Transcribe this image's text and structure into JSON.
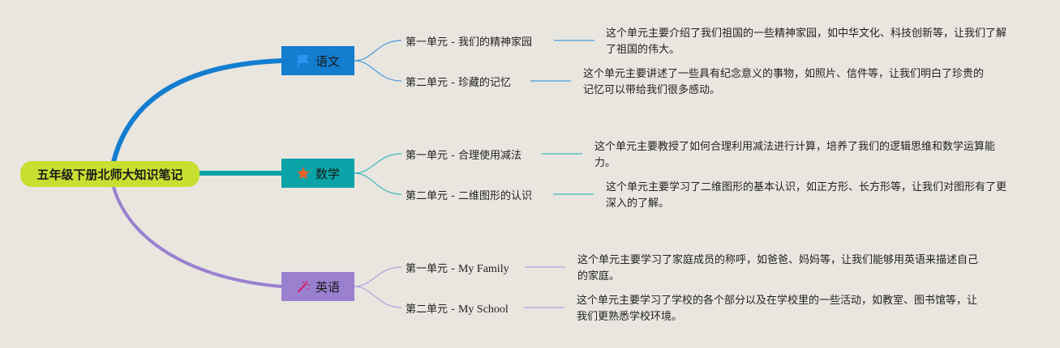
{
  "root": {
    "title": "五年级下册北师大知识笔记"
  },
  "subjects": [
    {
      "name": "语文",
      "icon": "flag-icon",
      "color": "#137dd0",
      "units": [
        {
          "title": "第一单元 - 我们的精神家园",
          "desc": "这个单元主要介绍了我们祖国的一些精神家园，如中华文化、科技创新等，让我们了解了祖国的伟大。"
        },
        {
          "title": "第二单元 - 珍藏的记忆",
          "desc": "这个单元主要讲述了一些具有纪念意义的事物，如照片、信件等，让我们明白了珍贵的记忆可以带给我们很多感动。"
        }
      ]
    },
    {
      "name": "数学",
      "icon": "star-icon",
      "color": "#0aa3a7",
      "units": [
        {
          "title": "第一单元 - 合理使用减法",
          "desc": "这个单元主要教授了如何合理利用减法进行计算，培养了我们的逻辑思维和数学运算能力。"
        },
        {
          "title": "第二单元 - 二维图形的认识",
          "desc": "这个单元主要学习了二维图形的基本认识，如正方形、长方形等，让我们对图形有了更深入的了解。"
        }
      ]
    },
    {
      "name": "英语",
      "icon": "magic-wand-icon",
      "color": "#9a80cf",
      "units": [
        {
          "title_prefix": "第一单元 - ",
          "title_suffix": "My Family",
          "desc": "这个单元主要学习了家庭成员的称呼，如爸爸、妈妈等，让我们能够用英语来描述自己的家庭。"
        },
        {
          "title_prefix": "第二单元 - ",
          "title_suffix": "My School",
          "desc": "这个单元主要学习了学校的各个部分以及在学校里的一些活动，如教室、图书馆等，让我们更熟悉学校环境。"
        }
      ]
    }
  ]
}
